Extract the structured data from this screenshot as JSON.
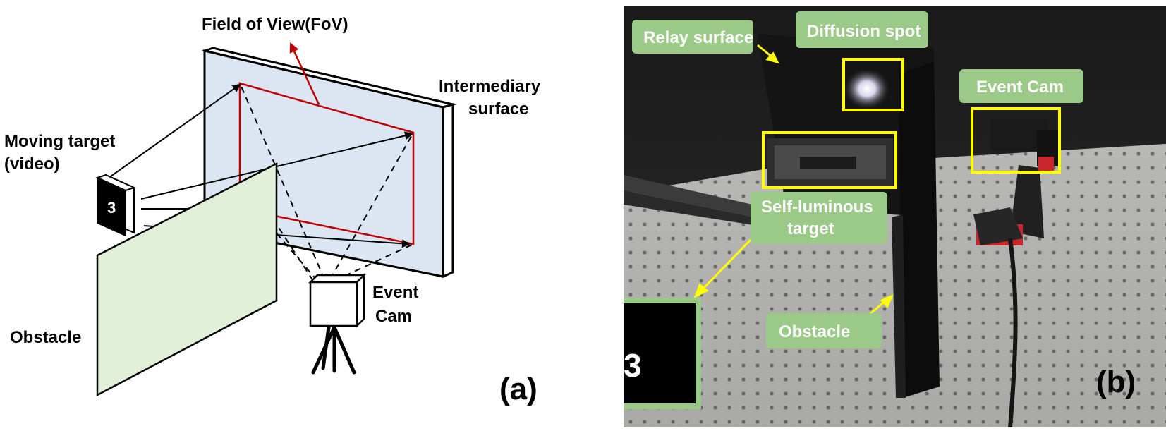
{
  "panel_a": {
    "labels": {
      "fov": "Field of View(FoV)",
      "intermediary_1": "Intermediary",
      "intermediary_2": "surface",
      "moving_target_1": "Moving target",
      "moving_target_2": "(video)",
      "target_digit": "3",
      "event_cam_1": "Event",
      "event_cam_2": "Cam",
      "obstacle": "Obstacle"
    },
    "panel_label": "(a)"
  },
  "panel_b": {
    "tags": {
      "relay_surface": "Relay surface",
      "diffusion_spot": "Diffusion spot",
      "event_cam": "Event Cam",
      "self_luminous_1": "Self-luminous",
      "self_luminous_2": "target",
      "obstacle": "Obstacle"
    },
    "inset_digit": "3",
    "panel_label": "(b)"
  },
  "colors": {
    "wall_fill": "#dce6f2",
    "obstacle_fill": "#e2efd9",
    "fov_red": "#c00000",
    "tag_green": "#9bc987",
    "highlight_yellow": "#ffff00"
  }
}
